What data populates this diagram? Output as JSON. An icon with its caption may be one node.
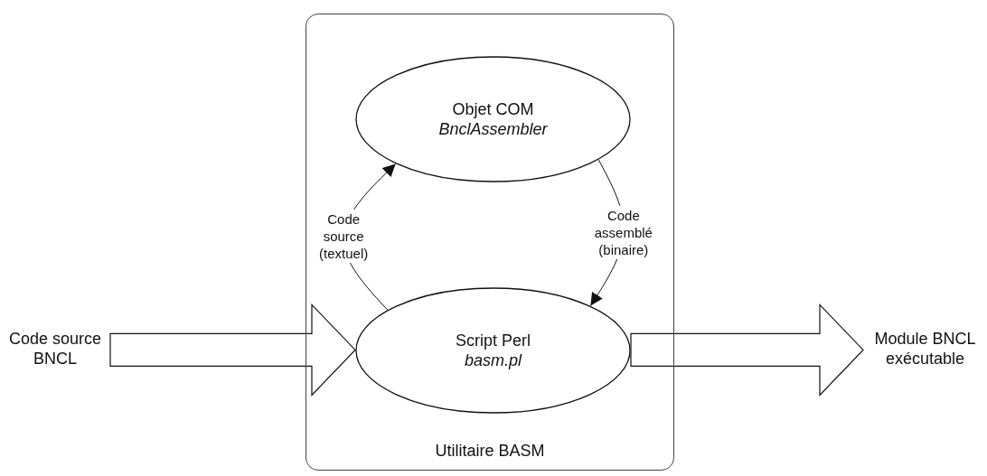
{
  "diagram": {
    "nodes": [
      {
        "text": [
          "Utilitaire BASM"
        ]
      },
      {
        "text": [
          "Objet COM",
          "BnclAssembler"
        ],
        "in": 0
      },
      {
        "text": [
          "Script Perl",
          "basm.pl"
        ],
        "in": 0
      },
      {
        "text": [
          "Code source BNCL"
        ]
      },
      {
        "text": [
          "Module BNCL exécutable"
        ]
      }
    ],
    "edges": [
      {
        "from": 3,
        "to": 2,
        "arrow": "to",
        "style": "thick"
      },
      {
        "from": 2,
        "to": 4,
        "arrow": "to",
        "style": "thick"
      },
      {
        "from": 2,
        "to": 1,
        "arrow": "to",
        "label": "Code source (textuel)"
      },
      {
        "from": 1,
        "to": 2,
        "arrow": "to",
        "label": "Code assemblé (binaire)"
      }
    ]
  }
}
